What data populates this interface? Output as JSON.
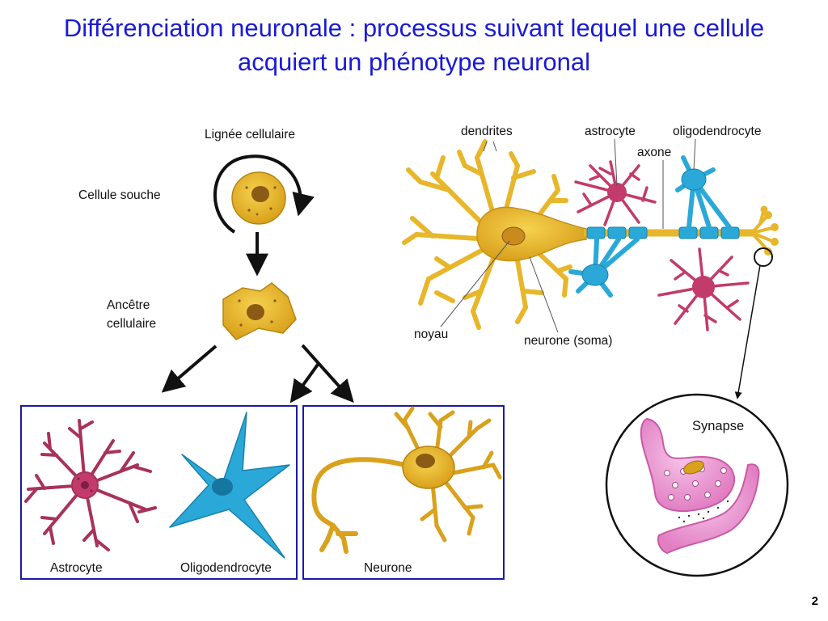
{
  "title": {
    "line1": "Différenciation neuronale : processus suivant lequel une cellule",
    "line2": "acquiert un phénotype neuronal"
  },
  "lineage": {
    "heading": "Lignée cellulaire",
    "stem_cell": "Cellule souche",
    "progenitor_line1": "Ancêtre",
    "progenitor_line2": "cellulaire",
    "astrocyte": "Astrocyte",
    "oligodendrocyte": "Oligodendrocyte",
    "neuron": "Neurone"
  },
  "neuron_diagram": {
    "dendrites": "dendrites",
    "astrocyte": "astrocyte",
    "oligodendrocyte": "oligodendrocyte",
    "axon": "axone",
    "nucleus": "noyau",
    "soma": "neurone (soma)"
  },
  "synapse_label": "Synapse",
  "page_number": "2",
  "colors": {
    "title": "#1a1ad6",
    "neuron": "#e8b62a",
    "astrocyte": "#c23b6a",
    "oligodendrocyte": "#2aa9d8",
    "box_border": "#1a1aa8",
    "synapse_pink": "#e889c8"
  }
}
